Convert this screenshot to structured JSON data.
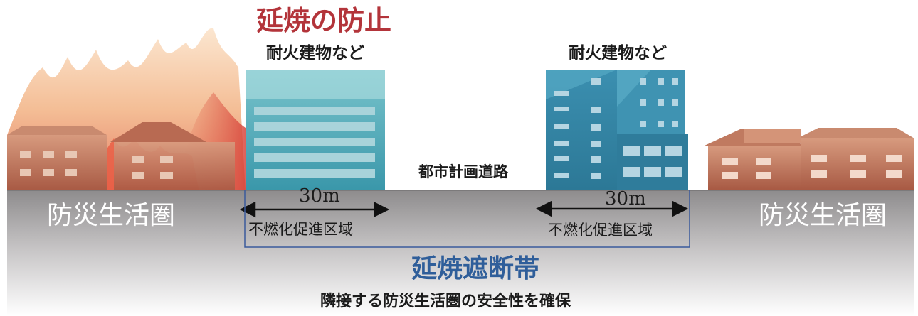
{
  "title": "延焼の防止",
  "buildings": {
    "left_label": "耐火建物など",
    "right_label": "耐火建物など"
  },
  "road_label": "都市計画道路",
  "zones": {
    "left_distance": "30m",
    "right_distance": "30m",
    "left_label": "不燃化促進区域",
    "right_label": "不燃化促進区域"
  },
  "life_areas": {
    "left": "防災生活圏",
    "right": "防災生活圏"
  },
  "firebreak_label": "延焼遮断帯",
  "safety_caption": "隣接する防災生活圏の安全性を確保",
  "colors": {
    "title": "#b3343a",
    "firebreak": "#2f5e9a",
    "ground_top": "#8d8b8c",
    "ground_bottom": "#ffffff",
    "bracket": "#3a5a9c",
    "building_teal": "#3fa4b4",
    "house": "#b5644a"
  }
}
